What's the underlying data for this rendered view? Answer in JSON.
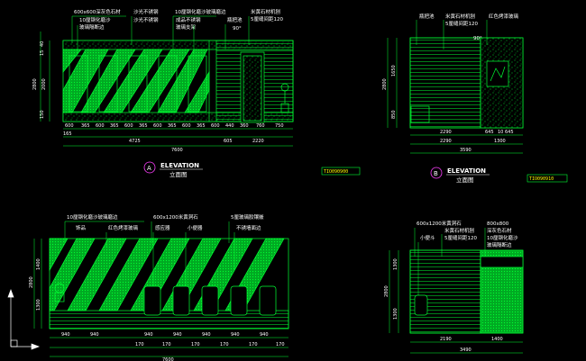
{
  "colors": {
    "background": "#000000",
    "line": "#00ff33",
    "dim": "#ffffff",
    "callout": "#ffffff",
    "circle": "#ff40ff",
    "title": "#ffffff",
    "tag_text": "#ffff00",
    "tag_border": "#00ff33"
  },
  "elevation_a": {
    "callouts": [
      "600x600深灰色石材",
      "10厘钢化磨沙",
      "玻璃隔断边",
      "沙光不锈钢",
      "10厘钢化磨沙玻璃磨边",
      "成品不锈钢",
      "玻璃支架",
      "瓶把池",
      "米黄石材机刨",
      "5厘缝间距120",
      "沙光不锈钢",
      "90°"
    ],
    "heights_left": [
      "40",
      "15",
      "2000",
      "150",
      "2800"
    ],
    "dims_row1": [
      "600",
      "365",
      "600",
      "365",
      "600",
      "365",
      "600",
      "365",
      "600",
      "365",
      "600",
      "440",
      "360",
      "760",
      "750"
    ],
    "dims_row2": [
      "165",
      "4725",
      "605",
      "2220"
    ],
    "total": "7600",
    "marker": "A",
    "title": "ELEVATION",
    "subtitle": "立面图",
    "tag": "TIO090900"
  },
  "elevation_b": {
    "callouts": [
      "瓶把池",
      "米黄石材机刨",
      "5厘缝间距120",
      "红色烤漆玻璃",
      "90°"
    ],
    "heights_left": [
      "2800",
      "1650",
      "850"
    ],
    "dims_row1": [
      "2290",
      "645",
      "10",
      "645"
    ],
    "dims_row2": [
      "2290",
      "1300"
    ],
    "total": "3590",
    "marker": "B",
    "title": "ELEVATION",
    "subtitle": "立面图",
    "tag": "TIO090910"
  },
  "elevation_c": {
    "callouts": [
      "10厘钢化磨沙玻璃磨边",
      "饰品",
      "红色烤漆玻璃",
      "600x1200米黄洞石",
      "感应器",
      "小便器",
      "5厘玻璃胶镶嵌",
      "不锈墙面边"
    ],
    "heights_left": [
      "1400",
      "2800",
      "1300"
    ],
    "dims_row1": [
      "940",
      "940",
      "170",
      "940",
      "170",
      "940",
      "170",
      "940",
      "170",
      "940",
      "170",
      "940",
      "170"
    ],
    "total": "7600"
  },
  "elevation_d": {
    "callouts": [
      "600x1200米黄洞石",
      "800x800",
      "深灰色石材",
      "小便斗",
      "米黄石材机刨",
      "5厘缝间距120",
      "10厘钢化磨沙",
      "玻璃隔断边"
    ],
    "heights_left": [
      "2800",
      "1300",
      "1300"
    ],
    "dims_row1": [
      "2190",
      "1400"
    ],
    "total": "3490"
  }
}
